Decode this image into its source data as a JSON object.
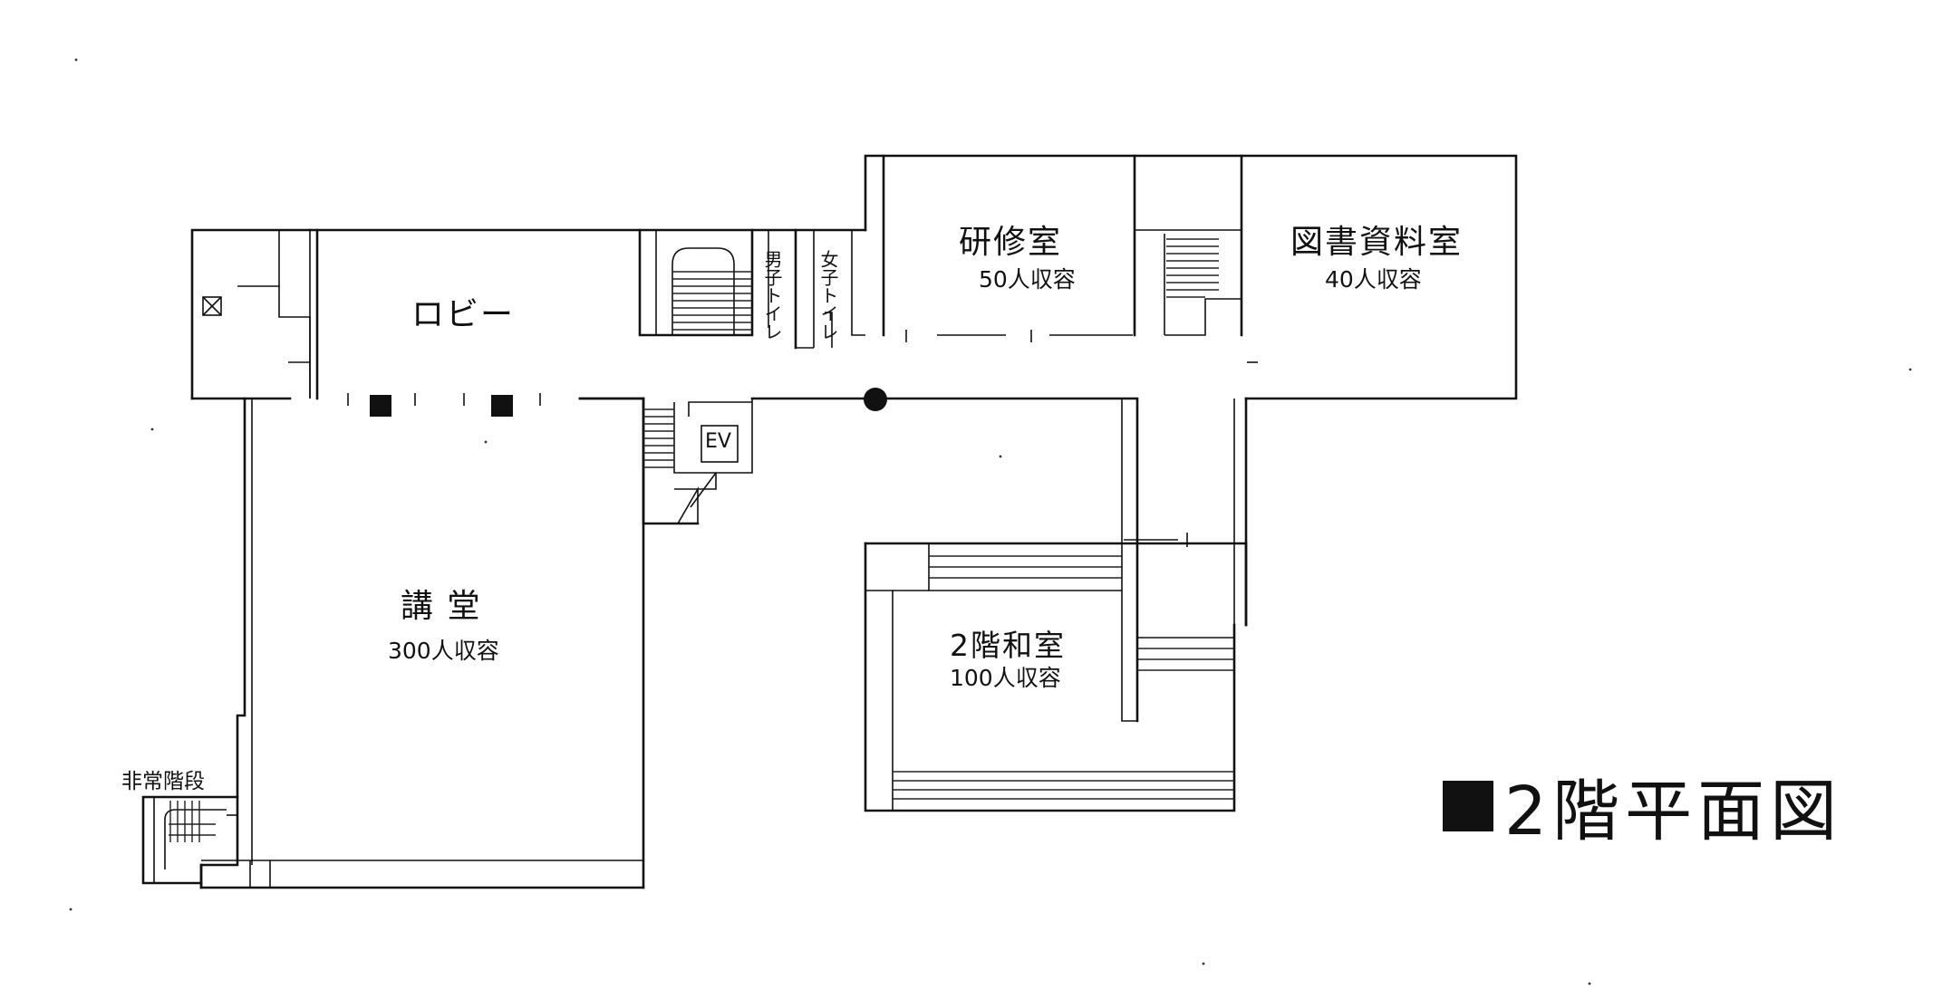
{
  "title": {
    "marker": "■",
    "text": "2階平面図"
  },
  "rooms": {
    "lobby": {
      "name": "ロビー"
    },
    "auditorium": {
      "name": "講 堂",
      "capacity": "300人収容"
    },
    "training": {
      "name": "研修室",
      "capacity": "50人収容"
    },
    "library": {
      "name": "図書資料室",
      "capacity": "40人収容"
    },
    "washitsu": {
      "name": "2階和室",
      "capacity": "100人収容"
    },
    "mens_toilet": {
      "name": "男子トイレ"
    },
    "womens_toilet": {
      "name": "女子トイレ"
    },
    "elevator": {
      "name": "EV"
    },
    "emergency_stairs": {
      "name": "非常階段"
    }
  },
  "icons": [
    "box-x-icon",
    "column-icon",
    "pillar-dot-icon",
    "stair-icon"
  ]
}
